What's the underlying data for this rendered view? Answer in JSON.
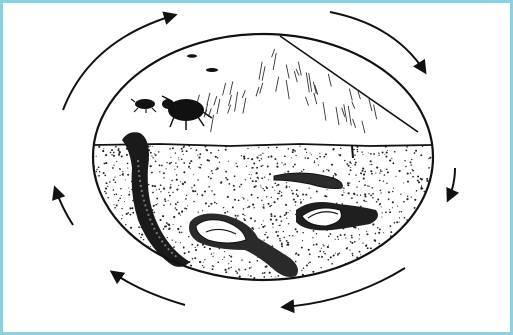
{
  "diagram": {
    "title": "",
    "colors": {
      "frame": "#8fd0de",
      "ink": "#111111",
      "paper": "#ffffff",
      "dust": "#222222"
    },
    "elements": [
      {
        "name": "soil-layer",
        "icon": "stippled-ground"
      },
      {
        "name": "dung-pile",
        "icon": "hatched-mound"
      },
      {
        "name": "dung-beetle",
        "icon": "beetle-icon"
      },
      {
        "name": "small-beetle",
        "icon": "beetle-icon"
      },
      {
        "name": "vertical-tunnel",
        "icon": "burrow"
      },
      {
        "name": "larva-chamber-left",
        "icon": "larva-icon"
      },
      {
        "name": "larva-chamber-right",
        "icon": "larva-icon"
      },
      {
        "name": "horizontal-burrow",
        "icon": "burrow"
      }
    ],
    "cycle_arrows": 6,
    "cycle_direction": "clockwise"
  }
}
